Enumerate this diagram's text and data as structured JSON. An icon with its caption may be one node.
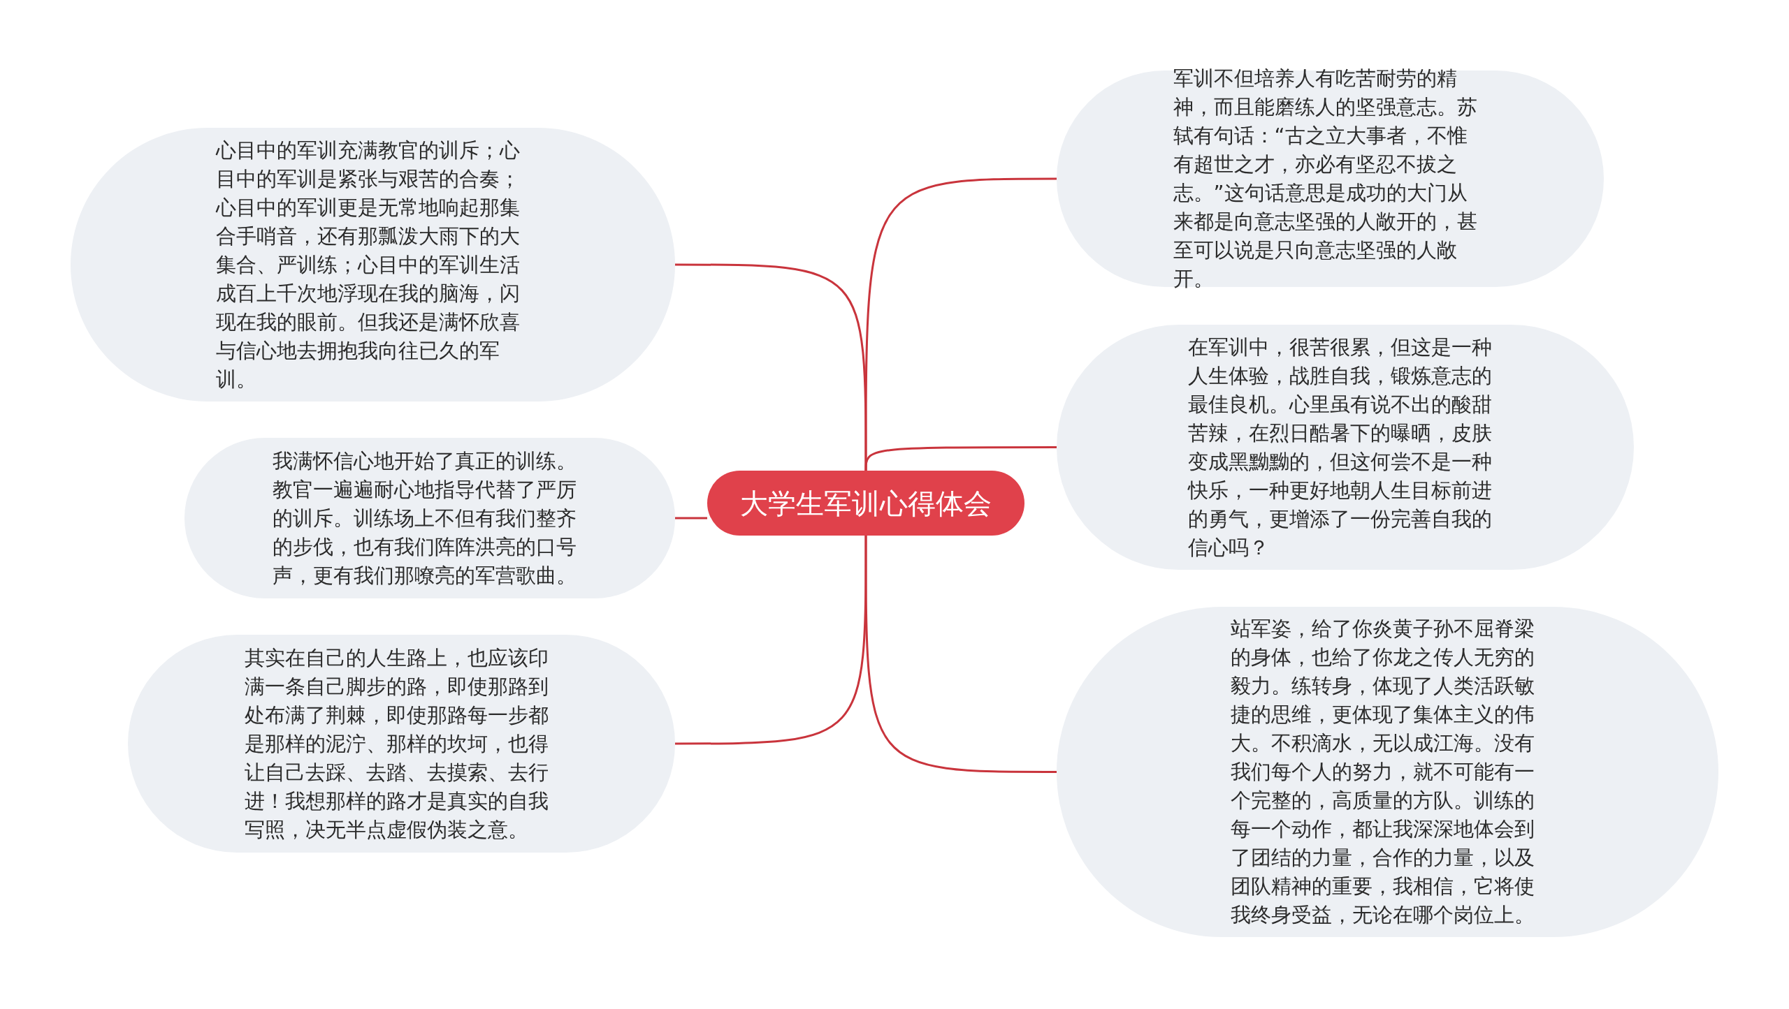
{
  "diagram": {
    "nodes": [
      {
        "text": [
          "大学生军训心得体会"
        ]
      },
      {
        "text": [
          "心目中的军训充满教官的训斥；心目中的军训是紧张与艰苦的合奏；心目中的军训更是无常地响起那集合手哨音，还有那瓢泼大雨下的大集合、严训练；心目中的军训生活成百上千次地浮现在我的脑海，闪现在我的眼前。但我还是满怀欣喜与信心地去拥抱我向往已久的军训。"
        ]
      },
      {
        "text": [
          "我满怀信心地开始了真正的训练。教官一遍遍耐心地指导代替了严厉的训斥。训练场上不但有我们整齐的步伐，也有我们阵阵洪亮的口号声，更有我们那嘹亮的军营歌曲。"
        ]
      },
      {
        "text": [
          "其实在自己的人生路上，也应该印满一条自己脚步的路，即使那路到处布满了荆棘，即使那路每一步都是那样的泥泞、那样的坎坷，也得让自己去踩、去踏、去摸索、去行进！我想那样的路才是真实的自我写照，决无半点虚假伪装之意。"
        ]
      },
      {
        "text": [
          "军训不但培养人有吃苦耐劳的精神，而且能磨练人的坚强意志。苏轼有句话：“古之立大事者，不惟有超世之才，亦必有坚忍不拔之志。”这句话意思是成功的大门从来都是向意志坚强的人敞开的，甚至可以说是只向意志坚强的人敞开。"
        ]
      },
      {
        "text": [
          "在军训中，很苦很累，但这是一种人生体验，战胜自我，锻炼意志的最佳良机。心里虽有说不出的酸甜苦辣，在烈日酷暑下的曝晒，皮肤变成黑黝黝的，但这何尝不是一种快乐，一种更好地朝人生目标前进的勇气，更增添了一份完善自我的信心吗？"
        ]
      },
      {
        "text": [
          "站军姿，给了你炎黄子孙不屈脊梁的身体，也给了你龙之传人无穷的毅力。练转身，体现了人类活跃敏捷的思维，更体现了集体主义的伟大。不积滴水，无以成江海。没有我们每个人的努力，就不可能有一个完整的，高质量的方队。训练的每一个动作，都让我深深地体会到了团结的力量，合作的力量，以及团队精神的重要，我相信，它将使我终身受益，无论在哪个岗位上。"
        ]
      }
    ],
    "edges": [
      {
        "from": 0,
        "to": 1,
        "arrow": "none"
      },
      {
        "from": 0,
        "to": 2,
        "arrow": "none"
      },
      {
        "from": 0,
        "to": 3,
        "arrow": "none"
      },
      {
        "from": 0,
        "to": 4,
        "arrow": "none"
      },
      {
        "from": 0,
        "to": 5,
        "arrow": "none"
      },
      {
        "from": 0,
        "to": 6,
        "arrow": "none"
      }
    ]
  }
}
